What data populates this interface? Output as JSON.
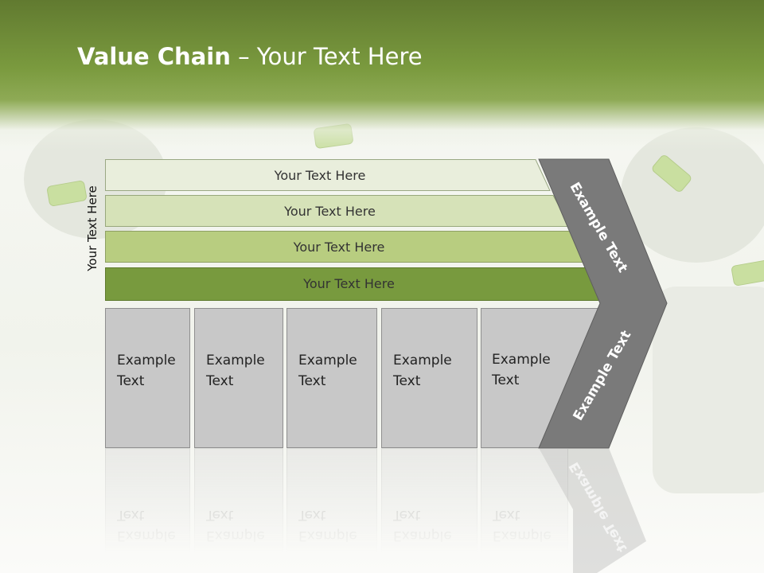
{
  "title": {
    "bold": "Value Chain",
    "rest": " – Your Text Here"
  },
  "side_label": "Your Text Here",
  "rows": [
    {
      "label": "Your Text Here",
      "color": "#e9eedc"
    },
    {
      "label": "Your Text Here",
      "color": "#d6e2b8"
    },
    {
      "label": "Your Text Here",
      "color": "#b8cd80"
    },
    {
      "label": "Your Text Here",
      "color": "#789a3e"
    }
  ],
  "boxes": [
    {
      "line1": "Example",
      "line2": "Text"
    },
    {
      "line1": "Example",
      "line2": "Text"
    },
    {
      "line1": "Example",
      "line2": "Text"
    },
    {
      "line1": "Example",
      "line2": "Text"
    },
    {
      "line1": "Example",
      "line2": "Text"
    }
  ],
  "chevron": {
    "top_label": "Example Text",
    "bottom_label": "Example Text",
    "color": "#7a7a7a"
  },
  "colors": {
    "header": "#7a9a3e",
    "box": "#c8c8c8"
  }
}
